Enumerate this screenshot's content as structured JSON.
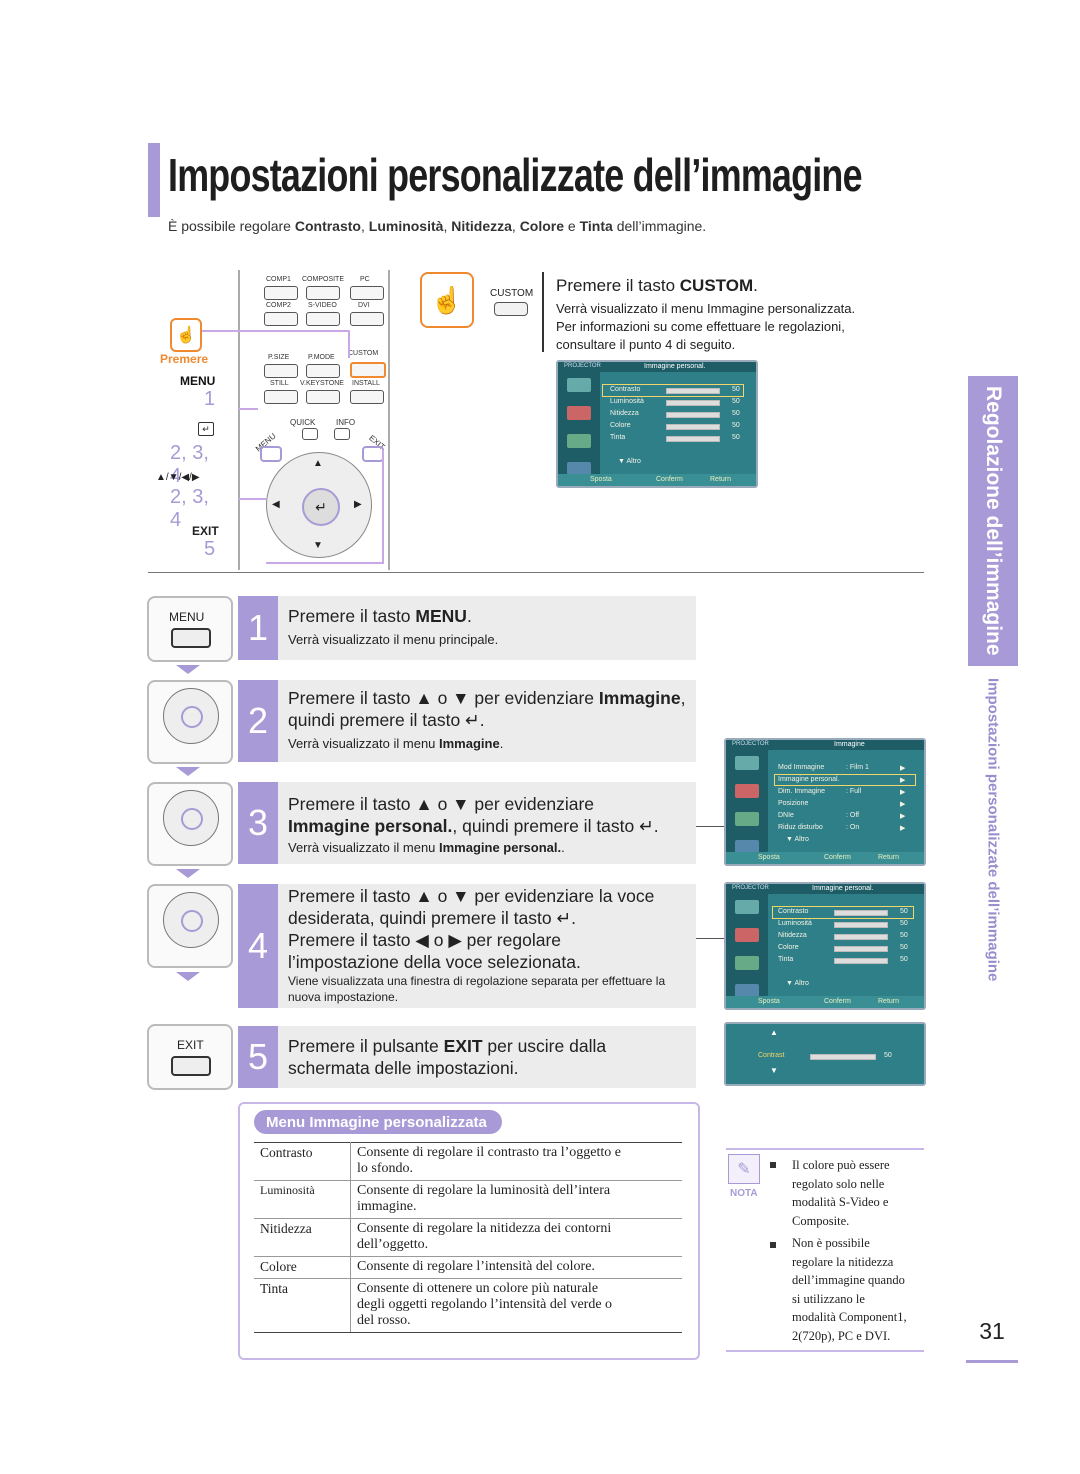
{
  "page": {
    "title": "Impostazioni personalizzate dell’immagine",
    "subtitle_parts": [
      "È possibile regolare ",
      "Contrasto",
      ", ",
      "Luminosità",
      ", ",
      "Nitidezza",
      ", ",
      "Colore",
      " e ",
      "Tinta",
      " dell’immagine."
    ],
    "side_tab": "Regolazione dell’immagine",
    "side_subtitle": "Impostazioni personalizzate dell’immagine",
    "page_number": "31"
  },
  "remote": {
    "rows": [
      [
        "COMP1",
        "COMPOSITE",
        "PC"
      ],
      [
        "COMP2",
        "S-VIDEO",
        "DVI"
      ],
      [
        "P.SIZE",
        "P.MODE",
        "CUSTOM"
      ],
      [
        "STILL",
        "V.KEYSTONE",
        "INSTALL"
      ]
    ],
    "quick": "QUICK",
    "info": "INFO",
    "menu": "MENU",
    "exit": "EXIT",
    "left_labels": {
      "premere": "Premere",
      "menu": "MENU",
      "one": "1",
      "two_three_four": "2, 3, 4",
      "arrows": "▲/▼/◀/▶",
      "two_three_four_b": "2, 3, 4",
      "exit": "EXIT",
      "five": "5"
    }
  },
  "custom_intro": {
    "custom_label": "CUSTOM",
    "heading_prefix": "Premere il tasto ",
    "heading_bold": "CUSTOM",
    "heading_suffix": ".",
    "line1": "Verrà visualizzato il menu Immagine personalizzata.",
    "line2": "Per informazioni su come effettuare le regolazioni,",
    "line3": "consultare il punto 4 di seguito."
  },
  "osd_custom": {
    "brand": "PROJECTOR",
    "title": "Immagine personal.",
    "items": [
      {
        "label": "Contrasto",
        "value": "50"
      },
      {
        "label": "Luminosità",
        "value": "50"
      },
      {
        "label": "Nitidezza",
        "value": "50"
      },
      {
        "label": "Colore",
        "value": "50"
      },
      {
        "label": "Tinta",
        "value": "50"
      }
    ],
    "more": "▼ Altro",
    "footer": {
      "move": "Sposta",
      "confirm": "Conferm",
      "return": "Return"
    }
  },
  "osd_picture": {
    "brand": "PROJECTOR",
    "title": "Immagine",
    "items": [
      {
        "label": "Mod Immagine",
        "value": ": Film 1"
      },
      {
        "label": "Immagine personal.",
        "value": ""
      },
      {
        "label": "Dim. Immagine",
        "value": ": Full"
      },
      {
        "label": "Posizione",
        "value": ""
      },
      {
        "label": "DNIe",
        "value": ": Off"
      },
      {
        "label": "Riduz disturbo",
        "value": ": On"
      }
    ],
    "more": "▼ Altro",
    "footer": {
      "move": "Sposta",
      "confirm": "Conferm",
      "return": "Return"
    }
  },
  "osd_single": {
    "label": "Contrast",
    "value": "50"
  },
  "steps": [
    {
      "num": "1",
      "button": "MENU",
      "line1_prefix": "Premere il tasto ",
      "line1_bold": "MENU",
      "line1_suffix": ".",
      "note": "Verrà visualizzato il menu principale."
    },
    {
      "num": "2",
      "line1_prefix": "Premere il tasto ▲ o ▼ per evidenziare ",
      "line1_bold": "Immagine",
      "line1_suffix": ",",
      "line2": "quindi premere il tasto ↵.",
      "note_prefix": "Verrà visualizzato il menu ",
      "note_bold": "Immagine",
      "note_suffix": "."
    },
    {
      "num": "3",
      "line1": "Premere il tasto ▲ o ▼ per evidenziare",
      "line2_bold": "Immagine personal.",
      "line2_suffix": ", quindi premere il tasto ↵.",
      "note_prefix": "Verrà visualizzato il menu ",
      "note_bold": "Immagine personal.",
      "note_suffix": "."
    },
    {
      "num": "4",
      "line1": "Premere il tasto ▲ o ▼ per evidenziare la voce",
      "line2": "desiderata, quindi premere il tasto ↵.",
      "line3": "Premere il tasto ◀ o ▶ per regolare",
      "line4": "l’impostazione della voce selezionata.",
      "note1": "Viene visualizzata una finestra di regolazione separata per effettuare la",
      "note2": "nuova impostazione."
    },
    {
      "num": "5",
      "button": "EXIT",
      "line1_prefix": "Premere il pulsante ",
      "line1_bold": "EXIT",
      "line1_suffix": " per uscire dalla",
      "line2": "schermata delle impostazioni."
    }
  ],
  "table": {
    "title": "Menu Immagine personalizzata",
    "rows": [
      {
        "key": "Contrasto",
        "lines": [
          "Consente di regolare il contrasto tra l’oggetto e",
          "lo sfondo."
        ]
      },
      {
        "key": "Luminosità",
        "lines": [
          "Consente di regolare la luminosità dell’intera",
          "immagine."
        ]
      },
      {
        "key": "Nitidezza",
        "lines": [
          "Consente di regolare la nitidezza dei contorni",
          "dell’oggetto."
        ]
      },
      {
        "key": "Colore",
        "lines": [
          "Consente di regolare l’intensità del colore."
        ]
      },
      {
        "key": "Tinta",
        "lines": [
          "Consente di ottenere un colore più naturale",
          "degli oggetti regolando l’intensità del verde o",
          "del rosso."
        ]
      }
    ]
  },
  "nota": {
    "label": "NOTA",
    "items": [
      [
        "Il colore può essere",
        "regolato solo nelle",
        "modalità S-Video e",
        "Composite."
      ],
      [
        "Non è possibile",
        "regolare la nitidezza",
        "dell’immagine quando",
        "si utilizzano le",
        "modalità Component1,",
        "2(720p), PC e DVI."
      ]
    ]
  },
  "colors": {
    "accent": "#a89ad6",
    "orange": "#f08a30",
    "osd_bg": "#2f7f88"
  }
}
